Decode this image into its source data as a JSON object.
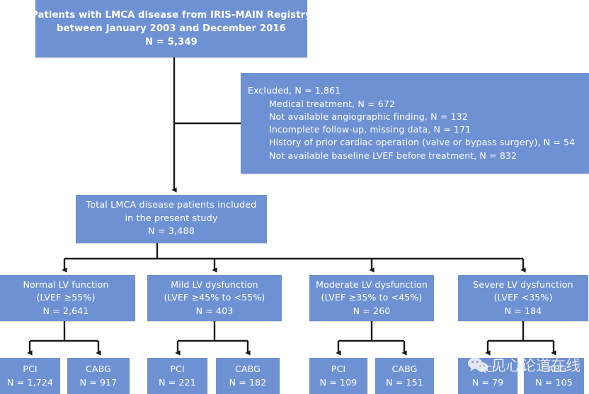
{
  "diagram": {
    "type": "flowchart",
    "title": "LMCA disease patient selection flow",
    "colors": {
      "box_fill": "#6e91d3",
      "box_text": "#ffffff",
      "connector": "#1a1a1a",
      "background": "#ffffff"
    },
    "header_box": {
      "lines": [
        "Patients with LMCA disease from IRIS-MAIN Registry",
        "between January 2003 and December 2016",
        "N = 5,349"
      ],
      "n": "5,349"
    },
    "excluded_box": {
      "heading": "Excluded, N = 1,861",
      "n": "1,861",
      "reasons": [
        "Medical treatment, N = 672",
        "Not available angiographic finding, N = 132",
        "Incomplete follow-up, missing data, N = 171",
        "History of prior cardiac operation (valve or bypass surgery), N = 54",
        "Not available baseline LVEF before treatment, N = 832"
      ]
    },
    "total_box": {
      "lines": [
        "Total LMCA disease patients included",
        "in the present study",
        "N = 3,488"
      ],
      "n": "3,488"
    },
    "groups": [
      {
        "name": "Normal LV function",
        "criterion": "(LVEF ≥55%)",
        "count_label": "N = 2,641",
        "n": "2,641",
        "treatments": [
          {
            "name": "PCI",
            "count_label": "N = 1,724",
            "n": "1,724"
          },
          {
            "name": "CABG",
            "count_label": "N = 917",
            "n": "917"
          }
        ]
      },
      {
        "name": "Mild LV dysfunction",
        "criterion": "(LVEF ≥45% to <55%)",
        "count_label": "N = 403",
        "n": "403",
        "treatments": [
          {
            "name": "PCI",
            "count_label": "N = 221",
            "n": "221"
          },
          {
            "name": "CABG",
            "count_label": "N = 182",
            "n": "182"
          }
        ]
      },
      {
        "name": "Moderate LV dysfunction",
        "criterion": "(LVEF ≥35% to <45%)",
        "count_label": "N = 260",
        "n": "260",
        "treatments": [
          {
            "name": "PCI",
            "count_label": "N = 109",
            "n": "109"
          },
          {
            "name": "CABG",
            "count_label": "N = 151",
            "n": "151"
          }
        ]
      },
      {
        "name": "Severe LV dysfunction",
        "criterion": "(LVEF <35%)",
        "count_label": "N = 184",
        "n": "184",
        "treatments": [
          {
            "name": "PCI",
            "count_label": "N = 79",
            "n": "79"
          },
          {
            "name": "CABG",
            "count_label": "N = 105",
            "n": "105"
          }
        ]
      }
    ]
  },
  "watermark": {
    "text": "见心论道在线",
    "icon": "wechat-icon"
  }
}
